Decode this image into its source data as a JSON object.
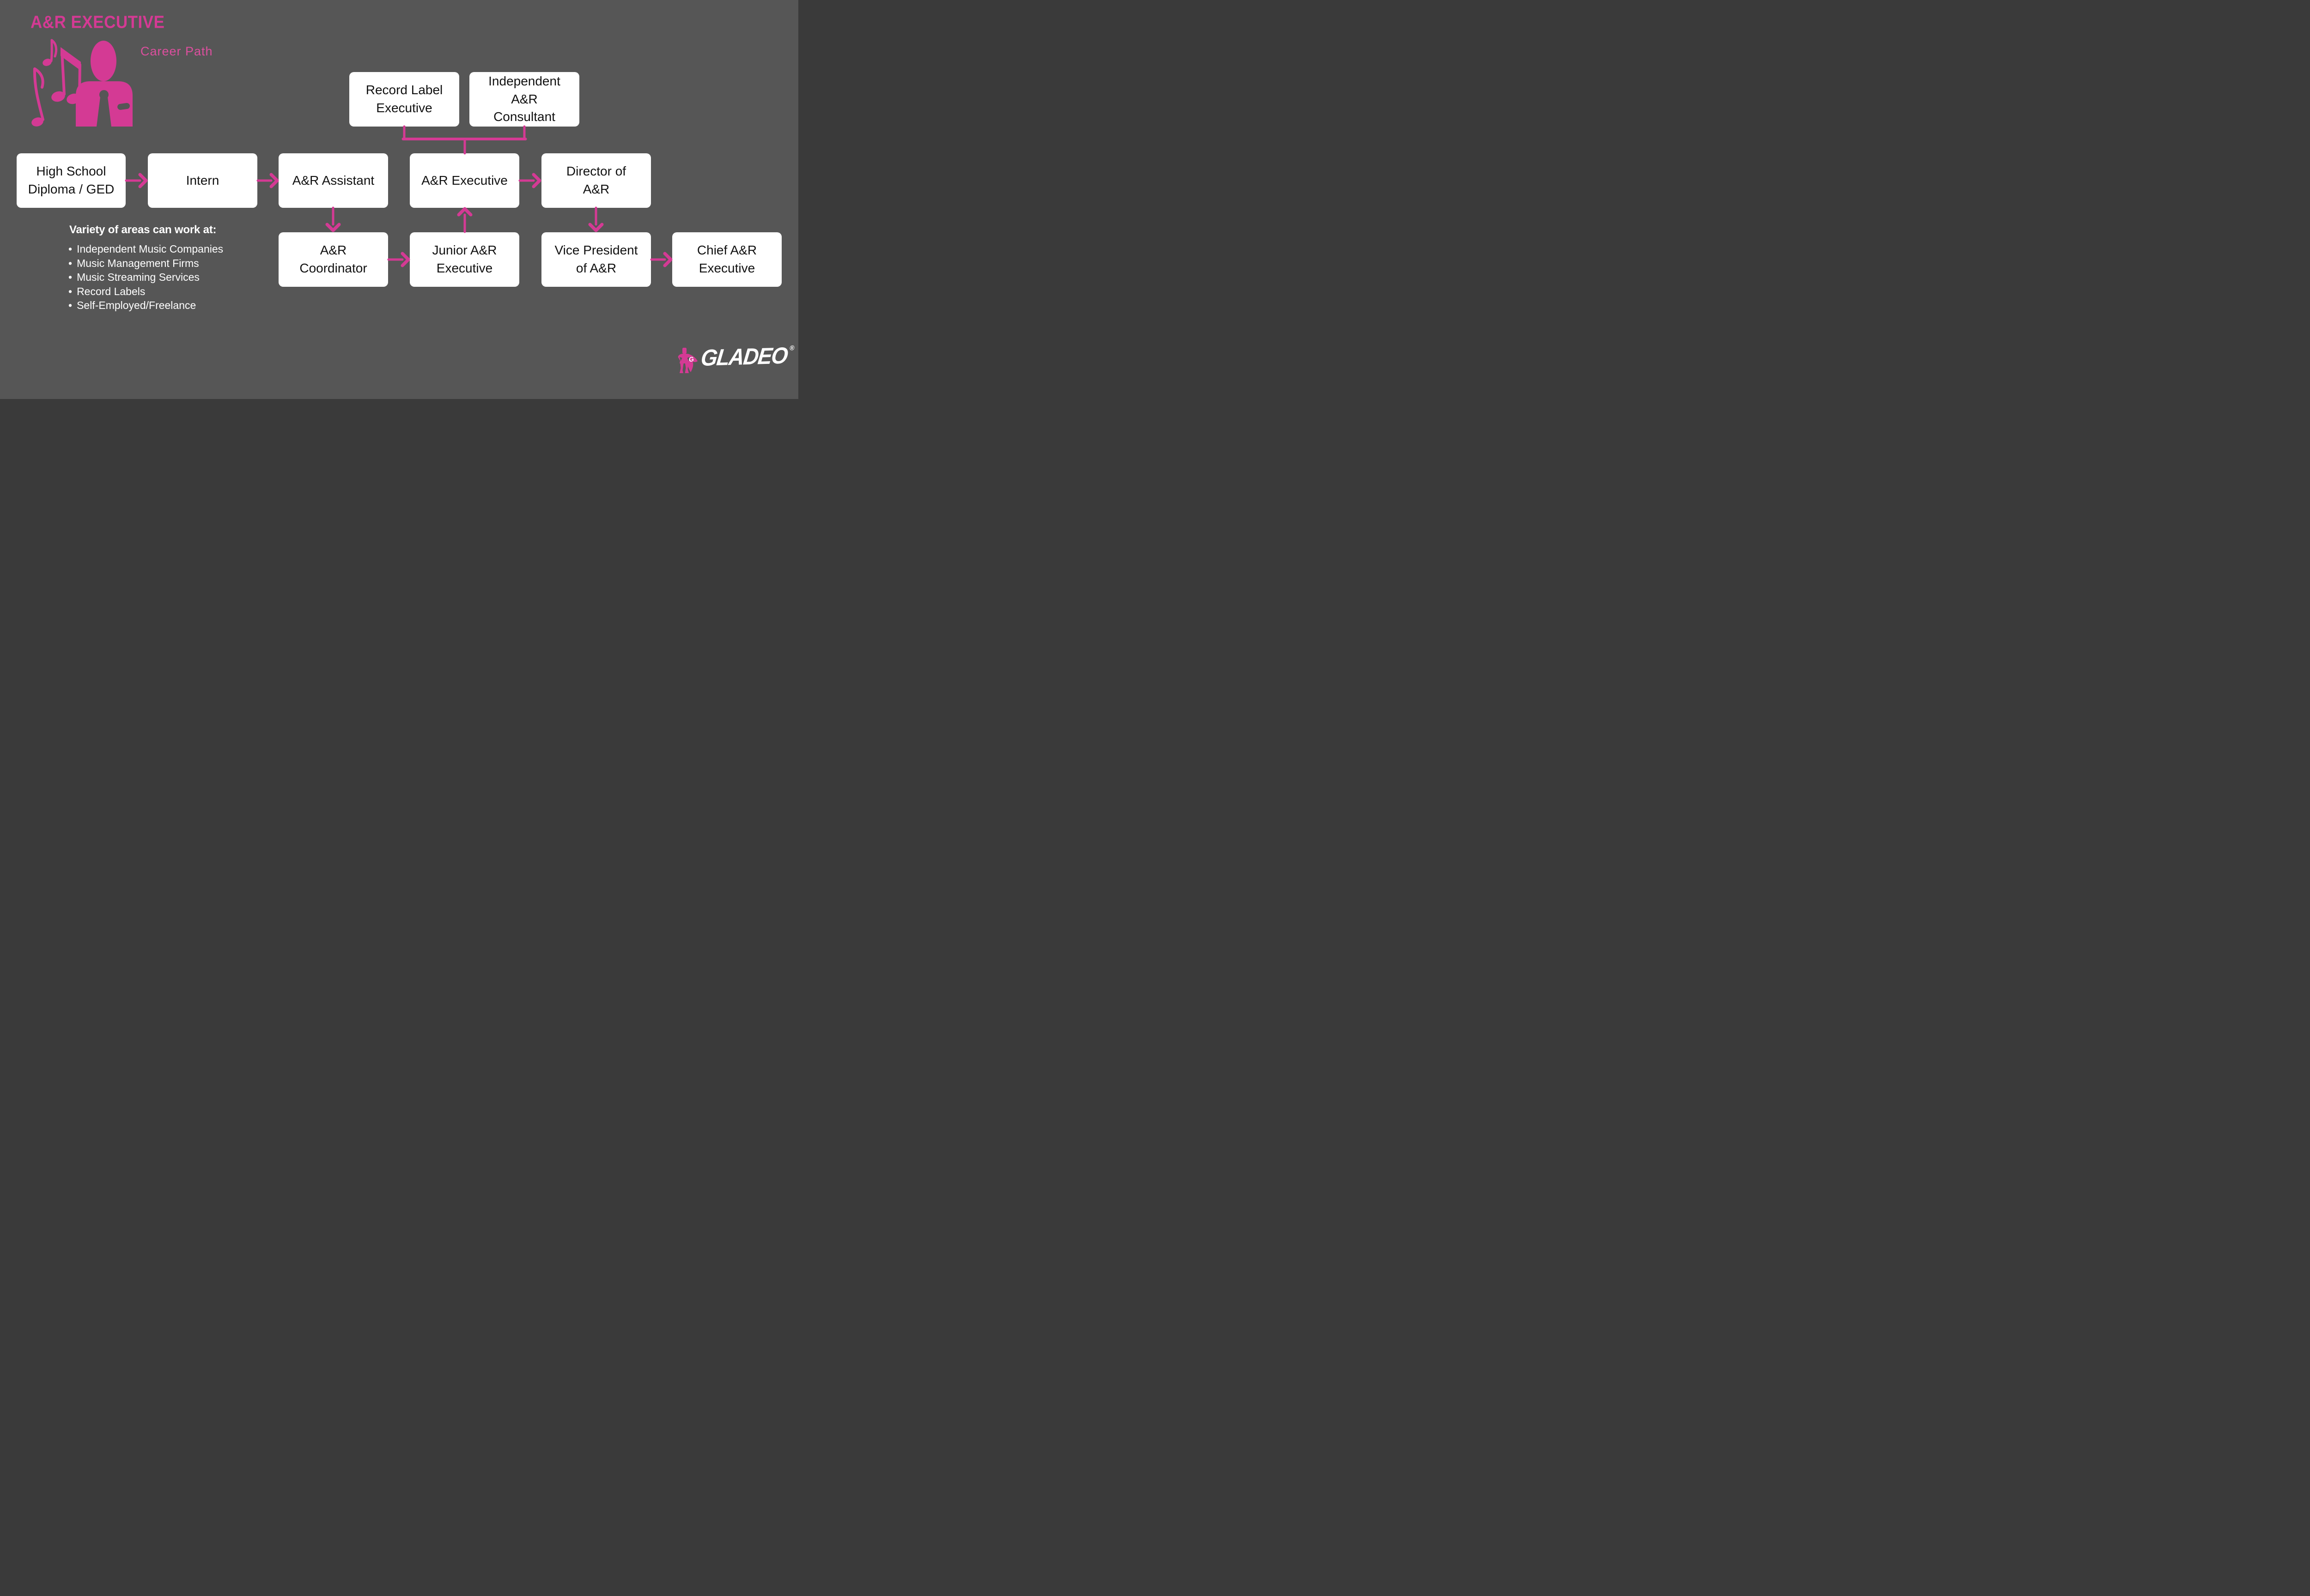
{
  "page": {
    "background": "#565656"
  },
  "colors": {
    "accent_pink": "#d43a94",
    "subtitle_pink": "#dc4f9e",
    "box_background": "#ffffff",
    "box_text": "#111111",
    "list_text": "#ffffff",
    "logo_text": "#ffffff"
  },
  "header": {
    "title": "A&R EXECUTIVE",
    "subtitle": "Career Path",
    "icon": "music-notes-and-person-icon"
  },
  "work_areas": {
    "heading": "Variety of areas can work at:",
    "items": [
      "Independent Music Companies",
      "Music Management Firms",
      "Music Streaming Services",
      "Record Labels",
      "Self-Employed/Freelance"
    ]
  },
  "flow": {
    "record_label_executive": "Record Label\nExecutive",
    "independent_ar_consultant": "Independent\nA&R\nConsultant",
    "high_school_diploma": "High School\nDiploma / GED",
    "intern": "Intern",
    "ar_assistant": "A&R Assistant",
    "ar_executive": "A&R Executive",
    "director_of_ar": "Director of\nA&R",
    "ar_coordinator": "A&R\nCoordinator",
    "junior_ar_executive": "Junior A&R\nExecutive",
    "vice_president_of_ar": "Vice President\nof A&R",
    "chief_ar_executive": "Chief A&R\nExecutive"
  },
  "logo": {
    "brand": "GLADEO",
    "registered": "®",
    "mascot_letter": "G"
  }
}
